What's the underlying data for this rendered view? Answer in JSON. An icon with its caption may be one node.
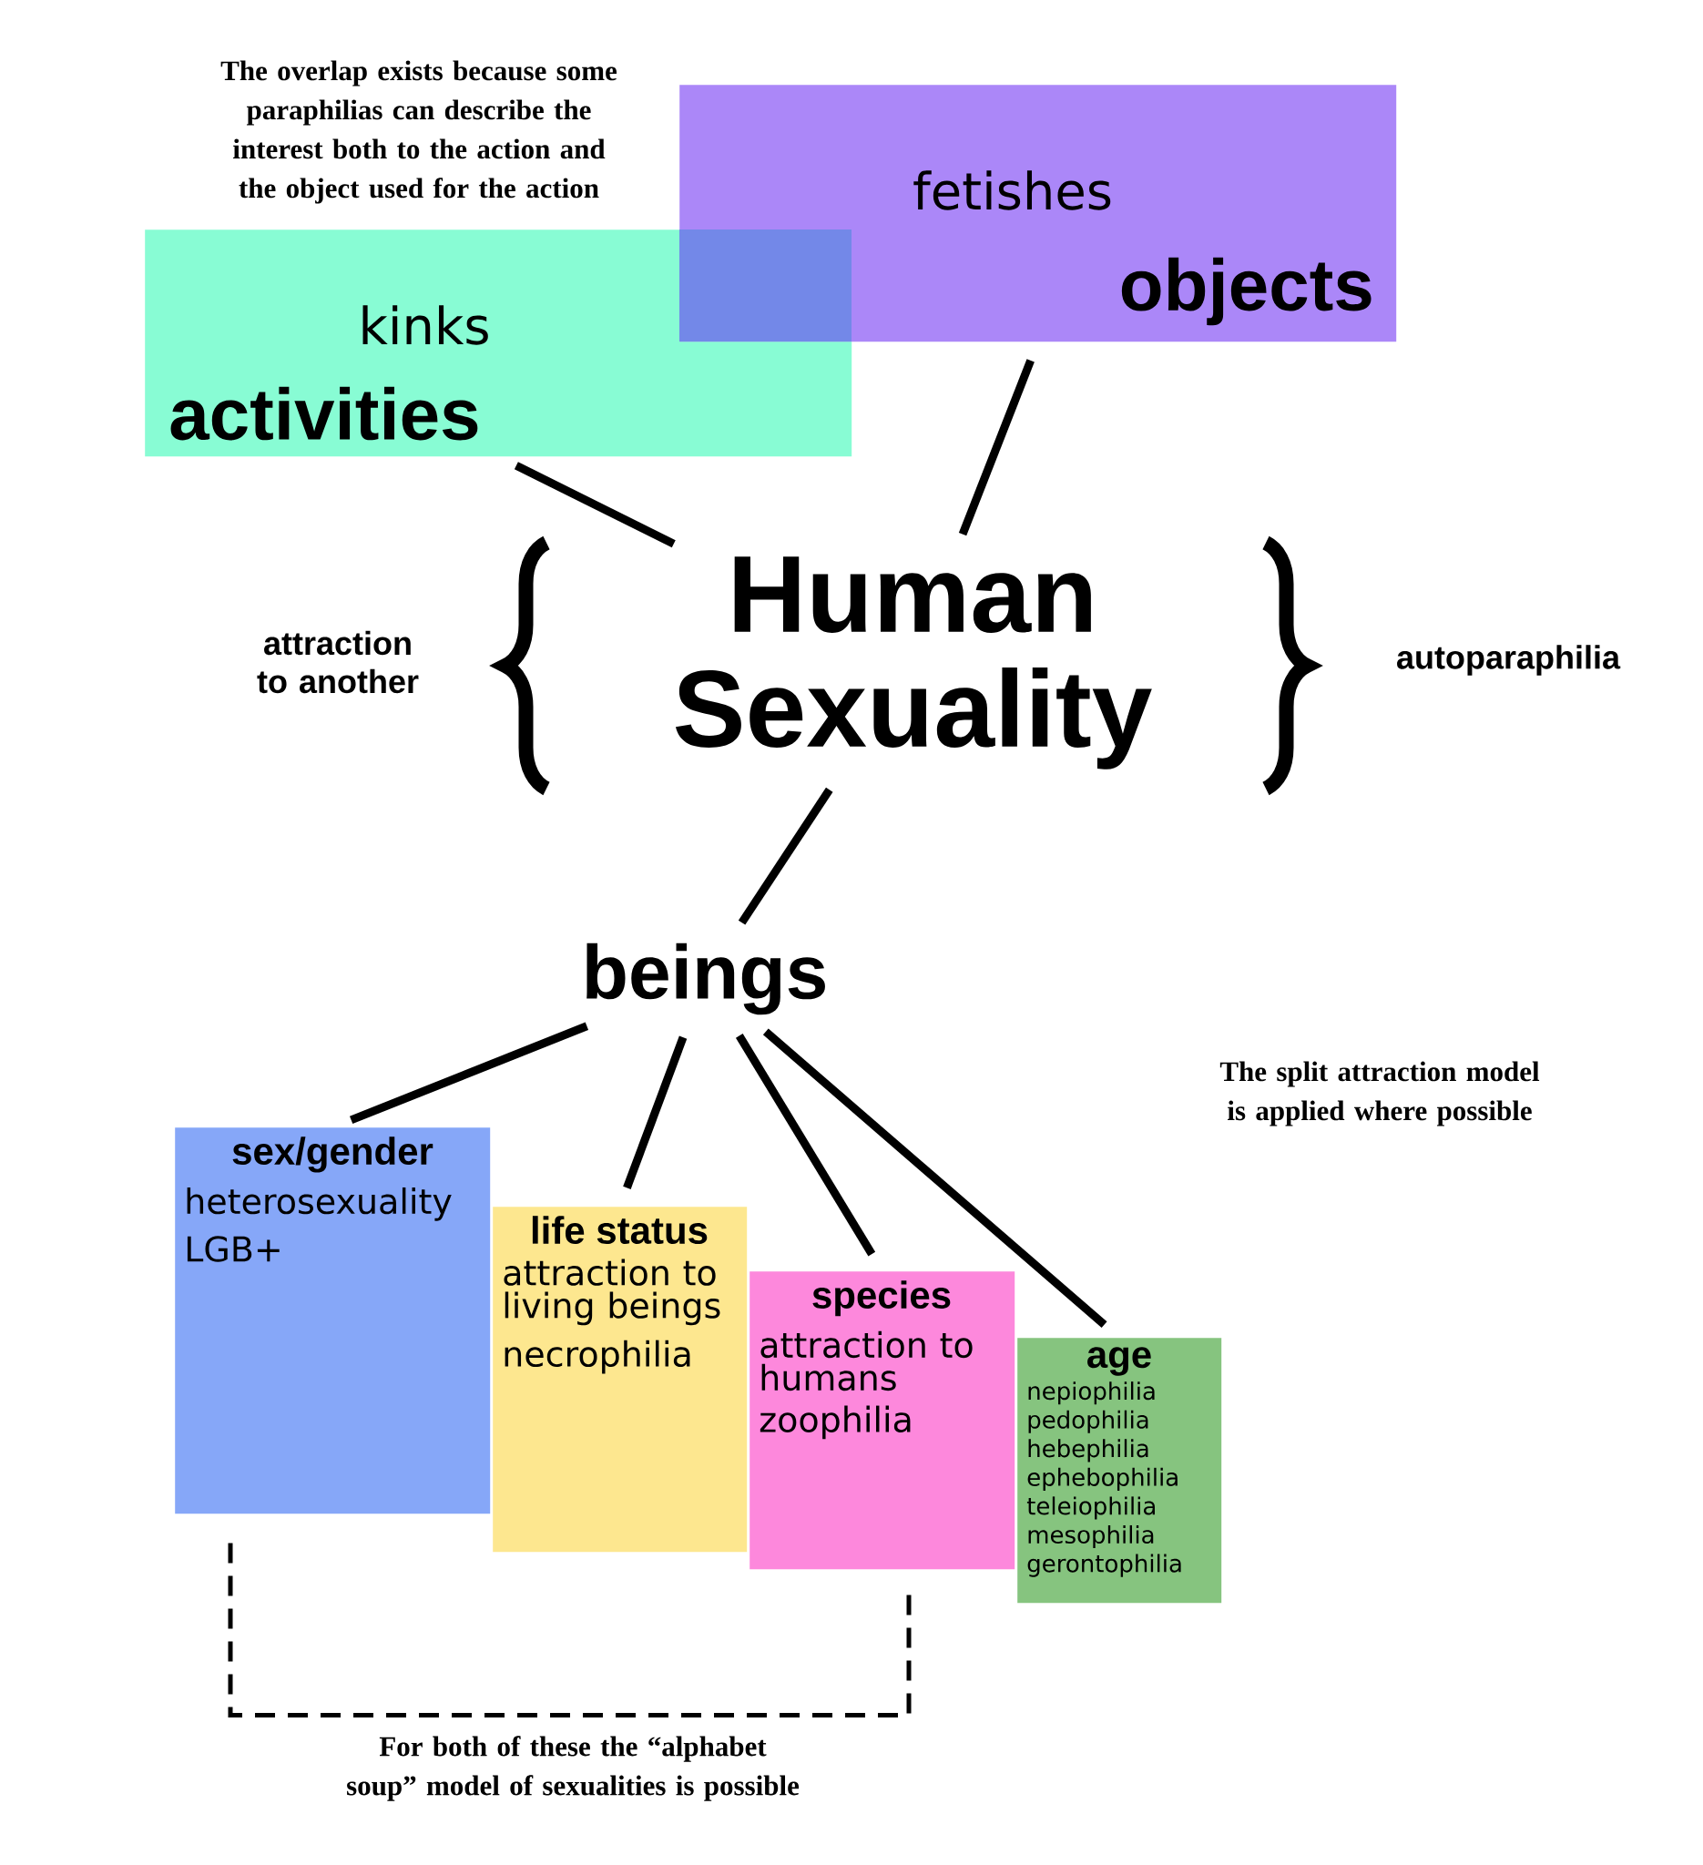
{
  "diagram": {
    "nodes": [
      {
        "text": [
          "kinks",
          "activities"
        ]
      },
      {
        "text": [
          "fetishes",
          "objects"
        ]
      },
      {
        "text": [
          "Human Sexuality"
        ]
      },
      {
        "text": [
          "beings"
        ]
      },
      {
        "text": [
          "sex/gender",
          "heterosexuality",
          "LGB+"
        ]
      },
      {
        "text": [
          "life status",
          "attraction to living beings",
          "necrophilia"
        ]
      },
      {
        "text": [
          "species",
          "attraction to humans",
          "zoophilia"
        ]
      },
      {
        "text": [
          "age",
          "nepiophilia",
          "pedophilia",
          "hebephilia",
          "ephebophilia",
          "teleiophilia",
          "mesophilia",
          "gerontophilia"
        ]
      }
    ],
    "edges": [
      {
        "from": 2,
        "to": 0,
        "arrow": "none"
      },
      {
        "from": 2,
        "to": 1,
        "arrow": "none"
      },
      {
        "from": 2,
        "to": 3,
        "arrow": "none"
      },
      {
        "from": 3,
        "to": 4,
        "arrow": "none"
      },
      {
        "from": 3,
        "to": 5,
        "arrow": "none"
      },
      {
        "from": 3,
        "to": 6,
        "arrow": "none"
      },
      {
        "from": 3,
        "to": 7,
        "arrow": "none"
      },
      {
        "from": 4,
        "to": 6,
        "arrow": "none",
        "style": "dashed"
      }
    ],
    "labels": [
      "The overlap exists because some paraphilias can describe the interest both to the action and the object used for the action",
      "attraction to another",
      "autoparaphilia",
      "The split attraction model is applied where possible",
      "For both of these the “alphabet soup” model of sexualities is possible"
    ]
  }
}
